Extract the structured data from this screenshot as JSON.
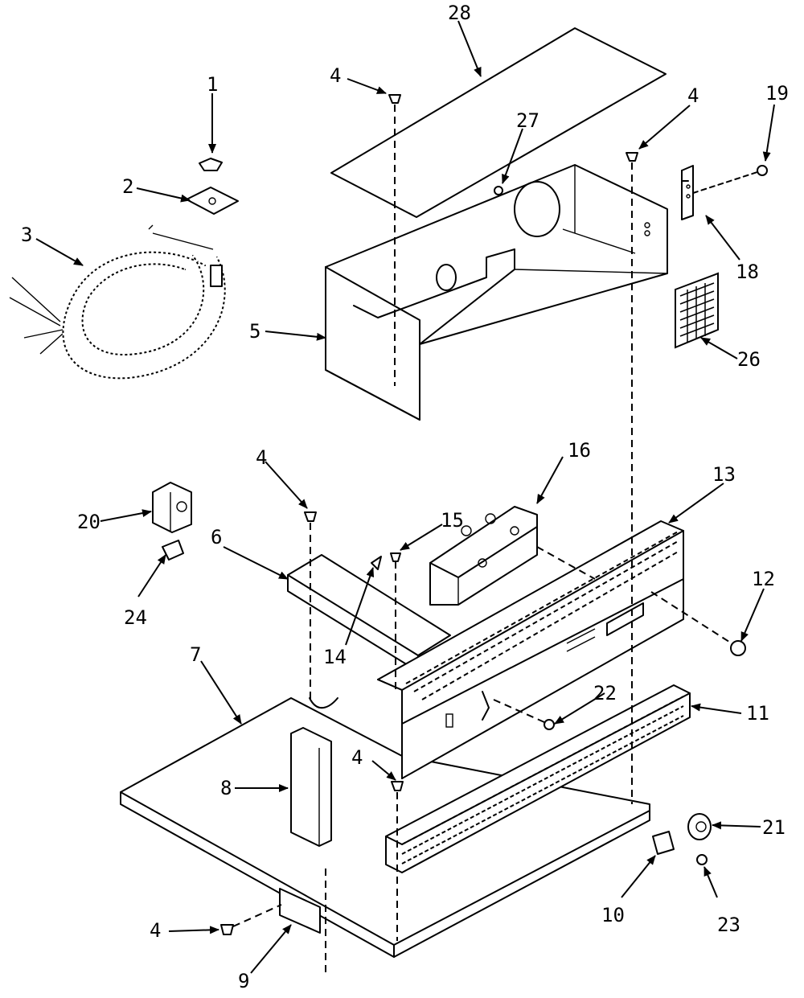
{
  "labels": {
    "p1": "1",
    "p2": "2",
    "p3": "3",
    "p4a": "4",
    "p4b": "4",
    "p4c": "4",
    "p4d": "4",
    "p4e": "4",
    "p5": "5",
    "p6": "6",
    "p7": "7",
    "p8": "8",
    "p9": "9",
    "p10": "10",
    "p11": "11",
    "p12": "12",
    "p13": "13",
    "p14": "14",
    "p15": "15",
    "p16": "16",
    "p18": "18",
    "p19": "19",
    "p20": "20",
    "p21": "21",
    "p22": "22",
    "p23": "23",
    "p24": "24",
    "p26": "26",
    "p27": "27",
    "p28": "28"
  }
}
